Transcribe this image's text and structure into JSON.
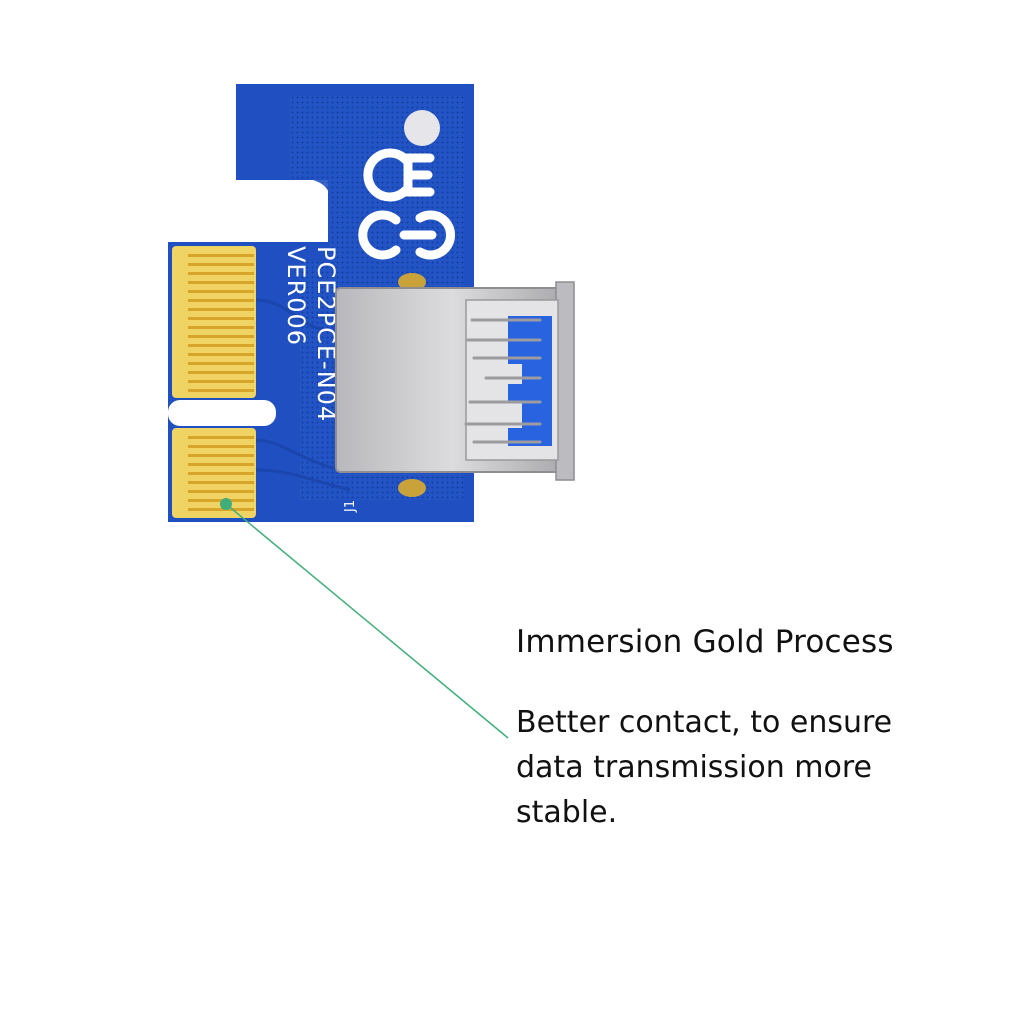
{
  "product": {
    "board_marking_line1": "PCE2PCE-N04",
    "board_marking_line2": "VER006",
    "certification_mark": "CE",
    "connector_designator": "J1",
    "colors": {
      "pcb_blue": "#1f4fc0",
      "gold_finger": "#e2b93b",
      "usb_shell": "#c9c9cc",
      "usb_tongue": "#2a63e0",
      "callout_line": "#3fae7a"
    }
  },
  "callout": {
    "title": "Immersion Gold Process",
    "description": "Better contact, to ensure data transmission more stable."
  }
}
